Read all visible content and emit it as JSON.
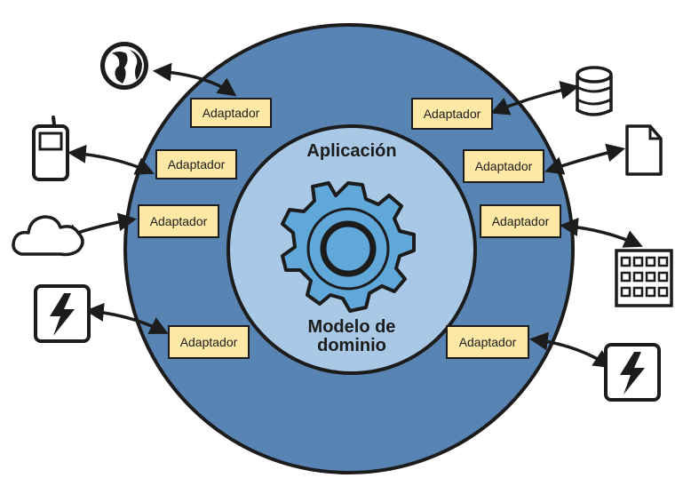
{
  "layers": {
    "application_label": "Aplicación",
    "domain_label_line1": "Modelo de",
    "domain_label_line2": "dominio"
  },
  "adapters": {
    "left": [
      "Adaptador",
      "Adaptador",
      "Adaptador",
      "Adaptador"
    ],
    "right": [
      "Adaptador",
      "Adaptador",
      "Adaptador",
      "Adaptador"
    ]
  },
  "external_icons": {
    "left": [
      "globe-icon",
      "mobile-phone-icon",
      "cloud-icon",
      "lightning-event-icon"
    ],
    "right": [
      "database-icon",
      "document-icon",
      "grid-table-icon",
      "lightning-event-icon"
    ]
  },
  "colors": {
    "outer_ring": "#5884b4",
    "inner_circle": "#a8c8e6",
    "gear": "#5fa8d9",
    "adapter_fill": "#fde8a6",
    "outline": "#1c1c1c"
  }
}
